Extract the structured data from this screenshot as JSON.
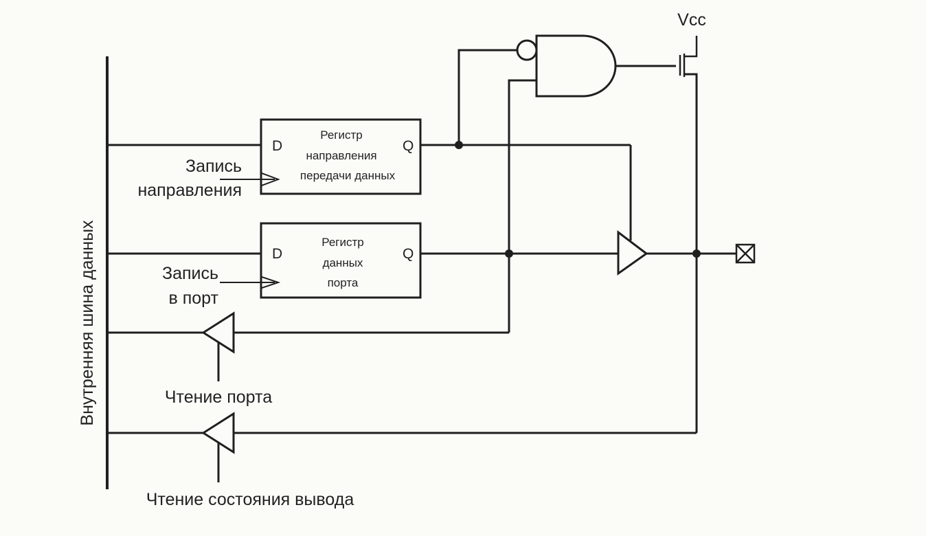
{
  "colors": {
    "ink": "#1f1f1f",
    "paper": "#fbfbf8"
  },
  "bus": {
    "label": "Внутренняя шина данных"
  },
  "vcc": {
    "label": "Vcc"
  },
  "direction_register": {
    "title_lines": [
      "Регистр",
      "направления",
      "передачи данных"
    ],
    "pin_d": "D",
    "pin_q": "Q"
  },
  "data_register": {
    "title_lines": [
      "Регистр",
      "данных",
      "порта"
    ],
    "pin_d": "D",
    "pin_q": "Q"
  },
  "signals": {
    "write_direction": [
      "Запись",
      "направления"
    ],
    "write_port": [
      "Запись",
      "в  порт"
    ],
    "read_port": "Чтение  порта",
    "read_pin": "Чтение  состояния  вывода"
  },
  "icons": {
    "nand_gate": "and-gate-with-inverted-input",
    "transistor": "mosfet-pullup",
    "output_pin": "crossed-square-pin",
    "buffer": "triangle-buffer"
  }
}
